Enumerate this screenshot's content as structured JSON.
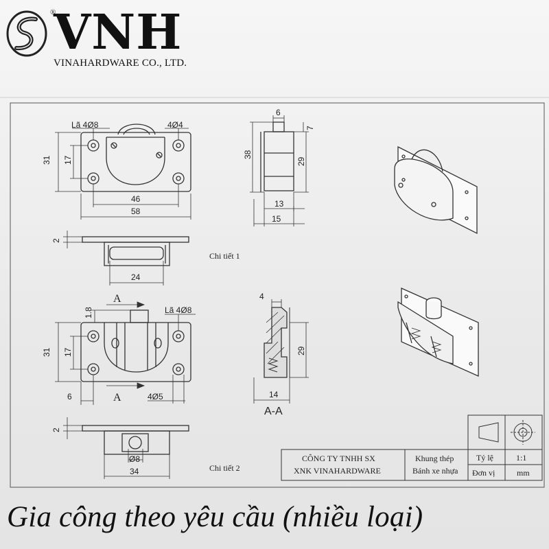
{
  "logo": {
    "brand": "VNH",
    "registered": "®",
    "company": "VINAHARDWARE CO., LTD."
  },
  "part1": {
    "hole_label_left": "Lã 4Ø8",
    "hole_label_right": "4Ø4",
    "dim_31": "31",
    "dim_17": "17",
    "dim_46": "46",
    "dim_58": "58",
    "side_6": "6",
    "side_7": "7",
    "side_38": "38",
    "side_29": "29",
    "side_13": "13",
    "side_15": "15",
    "bottom_2": "2",
    "bottom_24": "24",
    "label": "Chi tiết 1"
  },
  "part2": {
    "section_a": "A",
    "dim_18": "1.8",
    "hole_label": "Lã 4Ø8",
    "dim_31": "31",
    "dim_17": "17",
    "dim_6": "6",
    "dim_4d5": "4Ø5",
    "sect_4": "4",
    "sect_29": "29",
    "sect_14": "14",
    "sect_label": "A-A",
    "bottom_2": "2",
    "bottom_d8": "Ø8",
    "bottom_34": "34",
    "label": "Chi tiết 2"
  },
  "title_block": {
    "company_line1": "CÔNG TY TNHH SX",
    "company_line2": "XNK VINAHARDWARE",
    "desc_line1": "Khung thép",
    "desc_line2": "Bánh xe nhựa",
    "scale_label": "Tỷ lệ",
    "scale_value": "1:1",
    "unit_label": "Đơn vị",
    "unit_value": "mm"
  },
  "caption": "Gia công theo yêu cầu (nhiều loại)"
}
